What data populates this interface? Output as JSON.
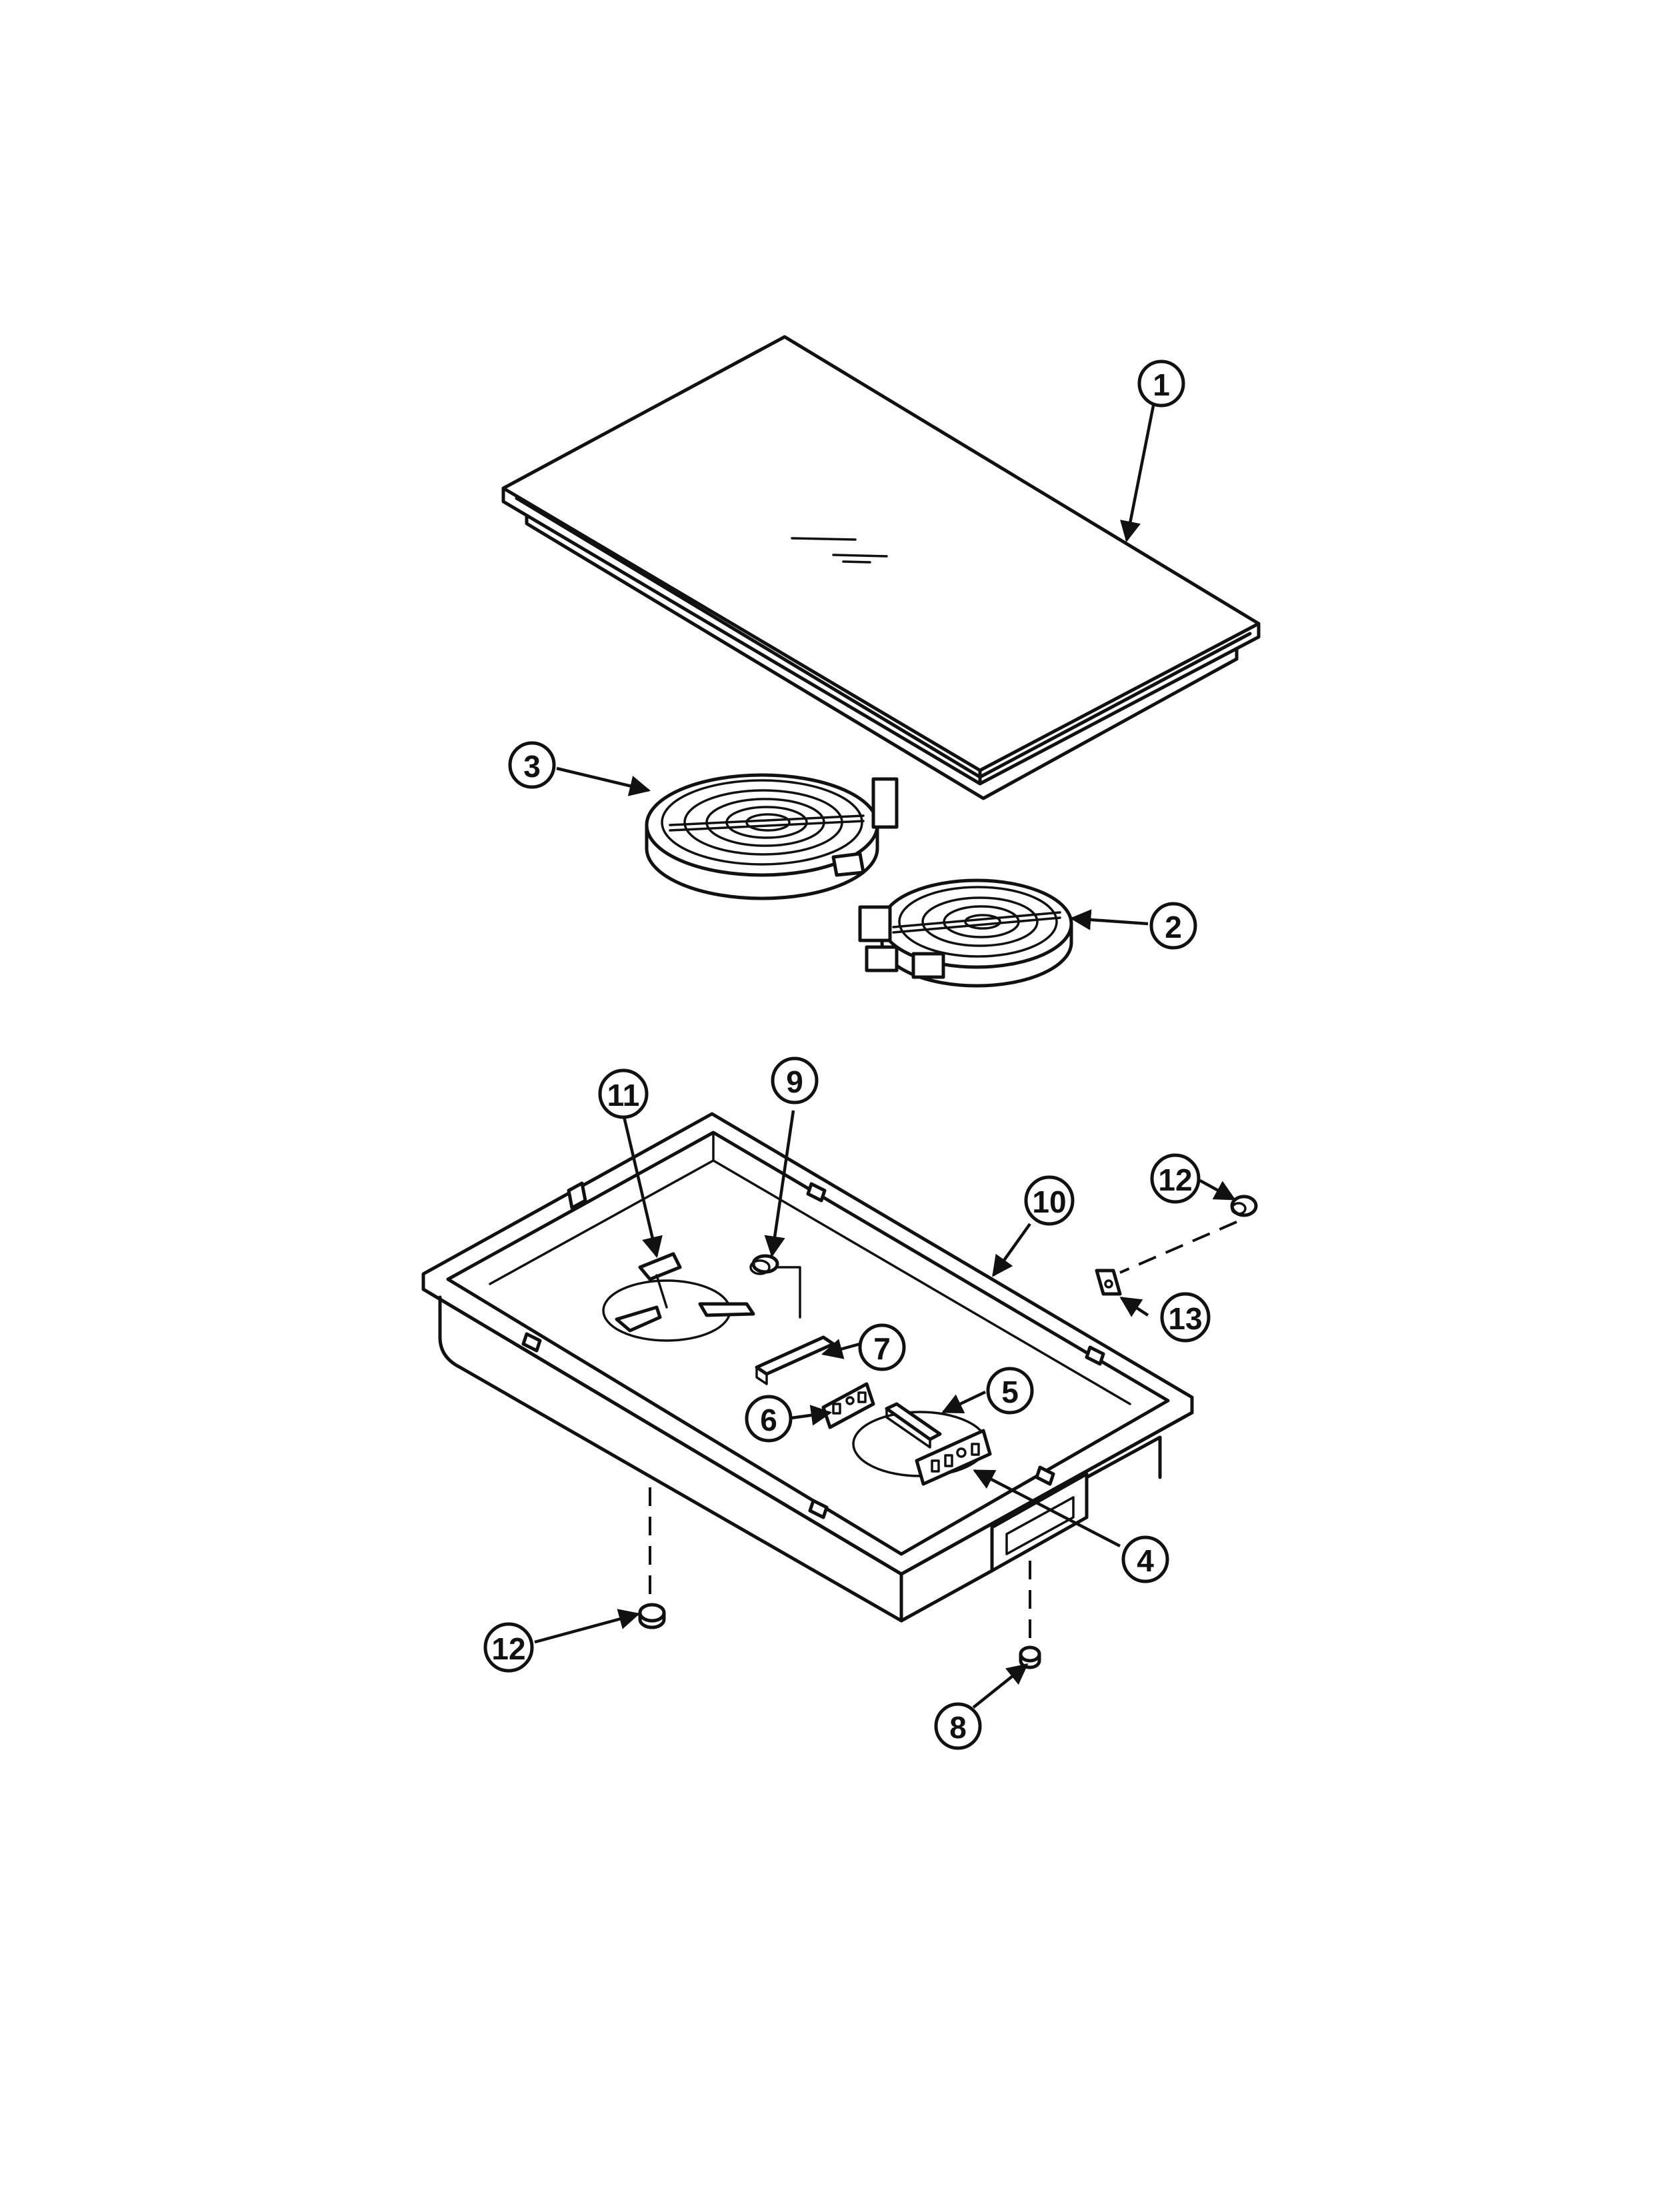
{
  "callouts": [
    {
      "id": "c1",
      "label": "1"
    },
    {
      "id": "c2",
      "label": "2"
    },
    {
      "id": "c3",
      "label": "3"
    },
    {
      "id": "c4",
      "label": "4"
    },
    {
      "id": "c5",
      "label": "5"
    },
    {
      "id": "c6",
      "label": "6"
    },
    {
      "id": "c7",
      "label": "7"
    },
    {
      "id": "c8",
      "label": "8"
    },
    {
      "id": "c9",
      "label": "9"
    },
    {
      "id": "c10",
      "label": "10"
    },
    {
      "id": "c11",
      "label": "11"
    },
    {
      "id": "c12a",
      "label": "12"
    },
    {
      "id": "c12b",
      "label": "12"
    },
    {
      "id": "c13",
      "label": "13"
    }
  ]
}
